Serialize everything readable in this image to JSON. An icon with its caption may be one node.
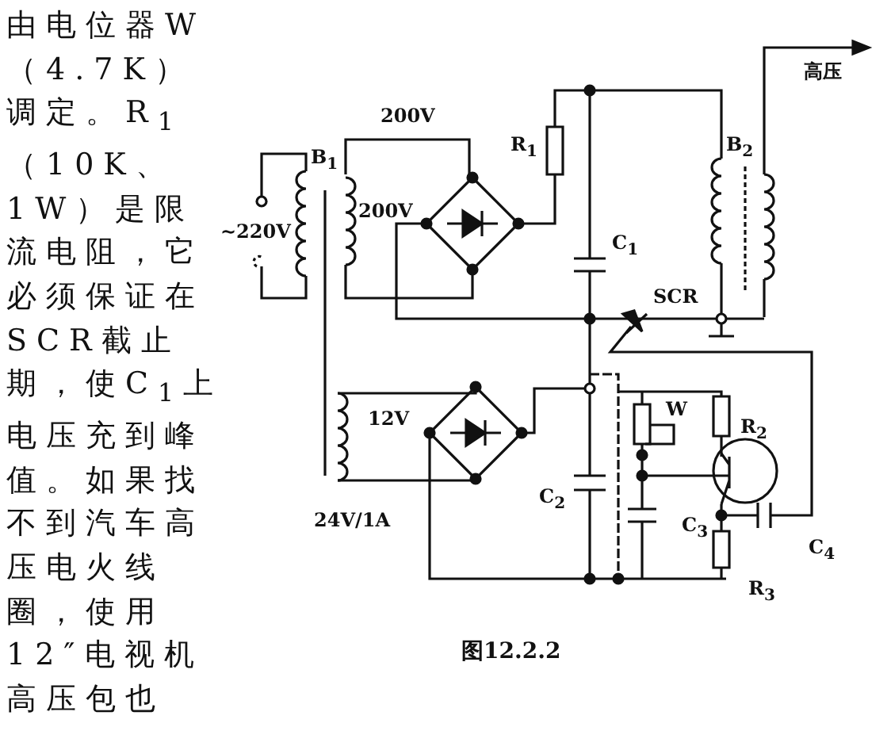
{
  "diagram": {
    "caption": "图12.2.2",
    "labels": [
      "由电位器W（4.7K）调定。R$_{1}$（10K、1W）是限流电阻，它必须保证在SCR截止期，使C$_{1}$上电压充到峰值。如果找不到汽车高压电火线圈，使用12″电视机高压包也",
      "200V",
      "B$_{1}$",
      "~220V",
      "200V",
      "R$_{1}$",
      "B$_{2}$",
      "高压",
      "C$_{1}$",
      "SCR",
      "12V",
      "W",
      "R$_{2}$",
      "C$_{2}$",
      "24V/1A",
      "C$_{3}$",
      "C$_{4}$",
      "R$_{3}$"
    ]
  }
}
